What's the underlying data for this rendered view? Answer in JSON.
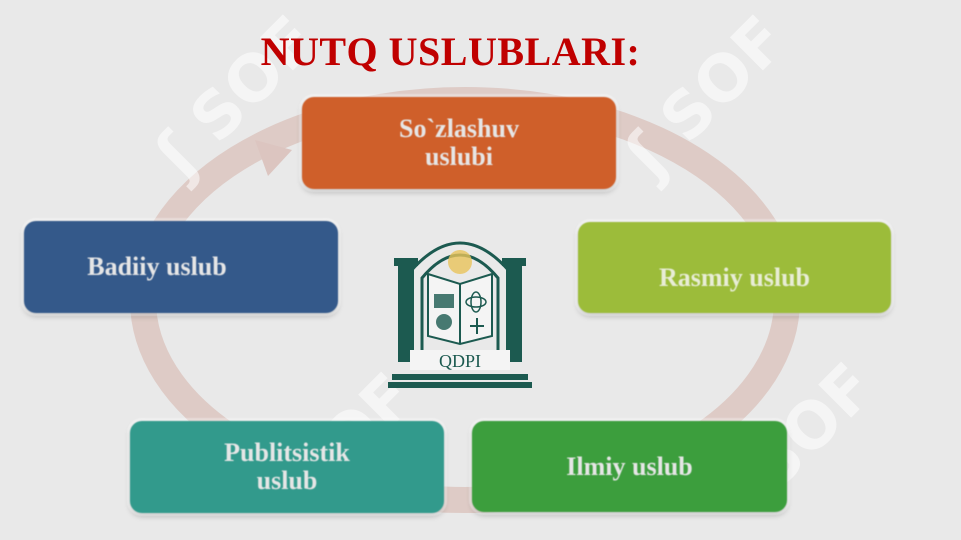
{
  "title": "NUTQ USLUBLARI:",
  "styles": {
    "sozlashuv": "So`zlashuv uslubi",
    "rasmiy": "Rasmiy uslub",
    "badiiy": "Badiiy uslub",
    "publitsistik": "Publitsistik uslub",
    "ilmiy": "Ilmiy uslub"
  },
  "logo": {
    "label": "QDPI",
    "icon": "university-emblem-icon"
  },
  "watermark": {
    "icon": "sof-watermark-icon"
  },
  "colors": {
    "title": "#c00000",
    "sozlashuv": "#cf5f2a",
    "rasmiy": "#9cbc3a",
    "badiiy": "#34598a",
    "publitsistik": "#329a8c",
    "ilmiy": "#3c9e3d",
    "cycle_arrow": "#dcc5c0",
    "logo": "#1c5a50"
  }
}
